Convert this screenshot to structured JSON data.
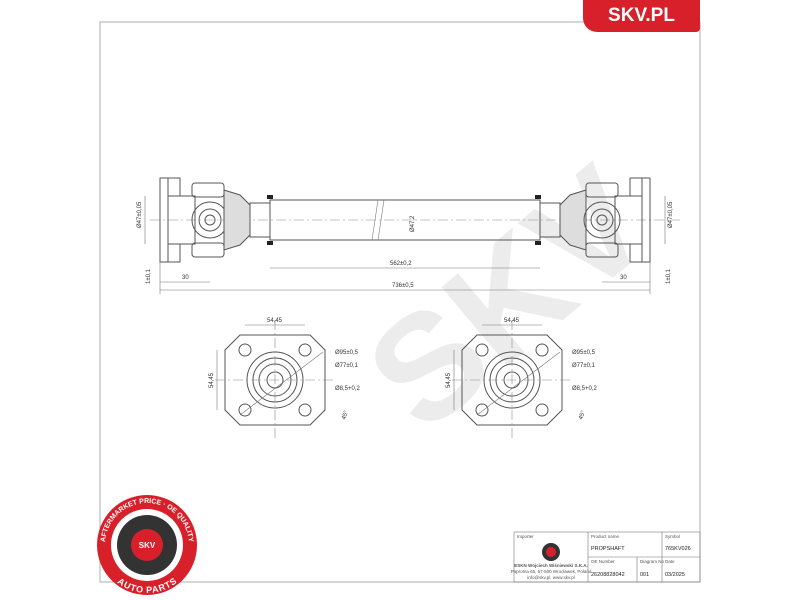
{
  "brand": {
    "logo_text": "SKV.PL",
    "color": "#d8202a"
  },
  "badge": {
    "top_text": "AFTERMARKET PRICE · OE QUALITY",
    "bottom_text": "AUTO PARTS",
    "center_text": "SKV"
  },
  "drawing": {
    "side_view": {
      "flange_diameter_left": "Ø47±0,05",
      "flange_diameter_right": "Ø47±0,05",
      "tube_diameter": "Ø47,2",
      "flange_offset_left": "1±0,1",
      "flange_offset_right": "1±0,1",
      "flange_length_left": "30",
      "flange_length_right": "30",
      "tube_length": "562±0,2",
      "total_length": "736±0,5"
    },
    "flange_views": [
      {
        "hole_spacing_h": "54,45",
        "hole_spacing_v": "54,45",
        "outer_diameter": "Ø95±0,5",
        "pilot_diameter": "Ø77±0,1",
        "hole_diameter": "Ø8,5+0,2",
        "angle": "45°"
      },
      {
        "hole_spacing_h": "54,45",
        "hole_spacing_v": "54,45",
        "outer_diameter": "Ø95±0,5",
        "pilot_diameter": "Ø77±0,1",
        "hole_diameter": "Ø8,5+0,2",
        "angle": "45°"
      }
    ]
  },
  "title_block": {
    "importer_label": "Importer",
    "importer_lines": [
      "ESKN Wojciech Wiśniewski S.K.A.",
      "Paprotna 65, 57-500 Wrocławek, Poland",
      "info@skv.pl, www.skv.pl"
    ],
    "product_name_label": "Product name",
    "product_name": "PROPSHAFT",
    "symbol_label": "Symbol",
    "symbol": "765KV026",
    "oe_label": "OE Number",
    "oe_number": "26208828042",
    "diagram_label": "Diagram No",
    "diagram_no": "001",
    "date_label": "Date",
    "date": "03/2025"
  }
}
